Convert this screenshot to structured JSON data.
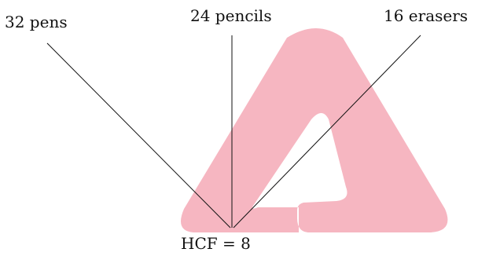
{
  "labels": {
    "pens": "32 pens",
    "pencils": "24 pencils",
    "erasers": "16 erasers",
    "result": "HCF = 8"
  },
  "watermark": {
    "icon": "triangle-logo-icon",
    "color": "#f6b6c1"
  },
  "line_color": "#111111"
}
